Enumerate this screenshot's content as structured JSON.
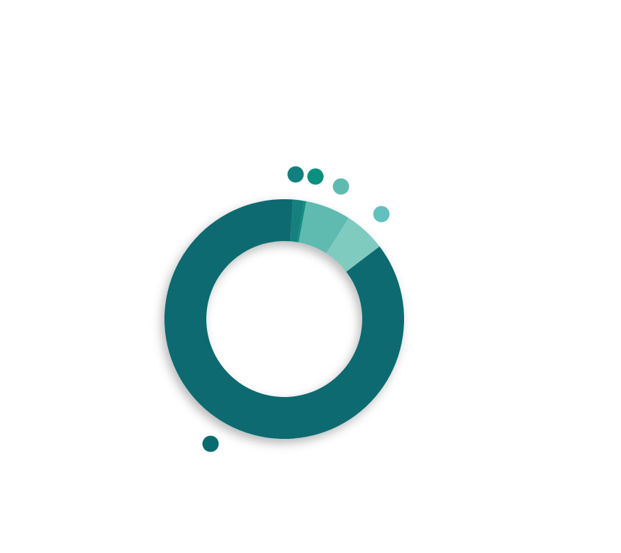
{
  "chart_data": {
    "type": "pie",
    "variant": "donut",
    "title": "",
    "legend": "none",
    "start_angle_deg": 4.1,
    "series": [
      {
        "name": "",
        "value": 1.5,
        "color": "#13807f",
        "marker_color": "#13807f"
      },
      {
        "name": "",
        "value": 0.3,
        "color": "#0a9080",
        "marker_color": "#0a9080"
      },
      {
        "name": "",
        "value": 6.1,
        "color": "#5fbab0",
        "marker_color": "#5fbab0"
      },
      {
        "name": "",
        "value": 5.6,
        "color": "#80cbc0",
        "marker_color": "#62c0bf"
      },
      {
        "name": "",
        "value": 86.5,
        "color": "#076b6f",
        "marker_color": "#076b6f"
      }
    ]
  }
}
